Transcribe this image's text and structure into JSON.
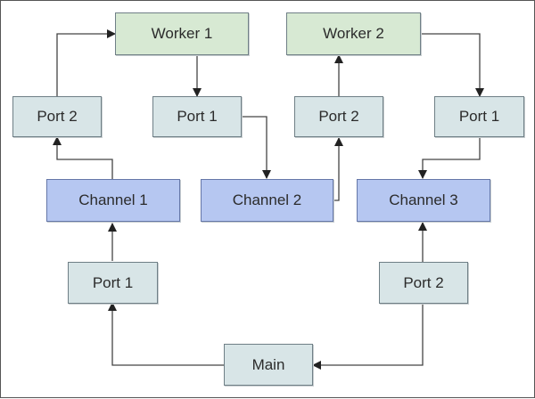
{
  "nodes": {
    "worker1": "Worker 1",
    "worker2": "Worker 2",
    "port2_left": "Port 2",
    "port1_w1": "Port 1",
    "port2_w2": "Port 2",
    "port1_right": "Port 1",
    "channel1": "Channel 1",
    "channel2": "Channel 2",
    "channel3": "Channel 3",
    "port1_main": "Port 1",
    "port2_main": "Port 2",
    "main": "Main"
  },
  "colors": {
    "worker_fill": "#d7e9d3",
    "port_fill": "#d8e5e7",
    "channel_fill": "#b6c7f1",
    "line": "#333333"
  }
}
